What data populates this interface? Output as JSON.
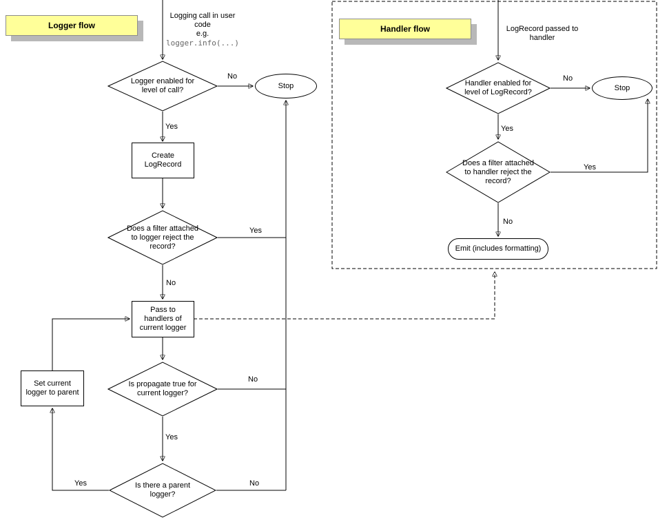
{
  "logger_flow": {
    "title": "Logger flow",
    "entry": {
      "text": "Logging call in user code",
      "eg": "e.g.",
      "code": "logger.info(...)"
    },
    "nodes": {
      "enabled_check": "Logger enabled for level of call?",
      "stop": "Stop",
      "create_record": "Create LogRecord",
      "filter_check": "Does a filter attached to logger reject the record?",
      "pass_handlers": "Pass to handlers of current logger",
      "propagate_check": "Is propagate true for current logger?",
      "parent_check": "Is there a parent logger?",
      "set_parent": "Set current logger to parent"
    },
    "edge_labels": {
      "enabled_no": "No",
      "enabled_yes": "Yes",
      "filter_yes": "Yes",
      "filter_no": "No",
      "propagate_no": "No",
      "propagate_yes": "Yes",
      "parent_no": "No",
      "parent_yes": "Yes"
    }
  },
  "handler_flow": {
    "title": "Handler flow",
    "entry": {
      "text": "LogRecord passed to handler"
    },
    "nodes": {
      "enabled_check": "Handler enabled for level of LogRecord?",
      "stop": "Stop",
      "filter_check": "Does a filter attached to handler reject the record?",
      "emit": "Emit (includes formatting)"
    },
    "edge_labels": {
      "enabled_no": "No",
      "enabled_yes": "Yes",
      "filter_yes": "Yes",
      "filter_no": "No"
    }
  }
}
